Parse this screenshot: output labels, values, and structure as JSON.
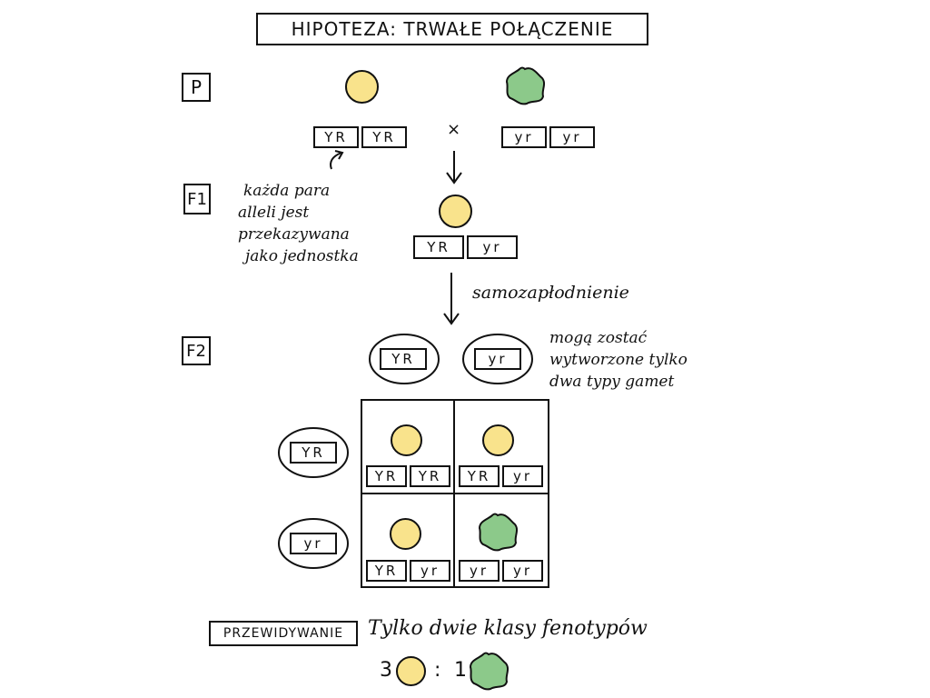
{
  "title": "HIPOTEZA: TRWAŁE POŁĄCZENIE",
  "generations": {
    "p": "P",
    "f1": "F1",
    "f2": "F2"
  },
  "parents": {
    "left_genotype": [
      "YR",
      "YR"
    ],
    "cross_symbol": "×",
    "right_genotype": [
      "yr",
      "yr"
    ]
  },
  "f1_note": [
    "każda para",
    "alleli jest",
    "przekazywana",
    "jako jednostka"
  ],
  "f1_genotype": [
    "YR",
    "yr"
  ],
  "self_fertilization": "samozapłodnienie",
  "gametes_note": [
    "mogą zostać",
    "wytworzone tylko",
    "dwa typy gamet"
  ],
  "gametes": [
    "YR",
    "yr"
  ],
  "punnett": {
    "cells": [
      {
        "phenotype": "yellow-round",
        "genotype": [
          "YR",
          "YR"
        ]
      },
      {
        "phenotype": "yellow-round",
        "genotype": [
          "YR",
          "yr"
        ]
      },
      {
        "phenotype": "yellow-round",
        "genotype": [
          "YR",
          "yr"
        ]
      },
      {
        "phenotype": "green-wrinkled",
        "genotype": [
          "yr",
          "yr"
        ]
      }
    ]
  },
  "prediction": {
    "label": "PRZEWIDYWANIE",
    "text": "Tylko dwie klasy fenotypów",
    "ratio_left": "3",
    "ratio_sep": ":",
    "ratio_right": "1"
  },
  "colors": {
    "yellow": "#f9e38c",
    "green": "#8cc98a"
  }
}
